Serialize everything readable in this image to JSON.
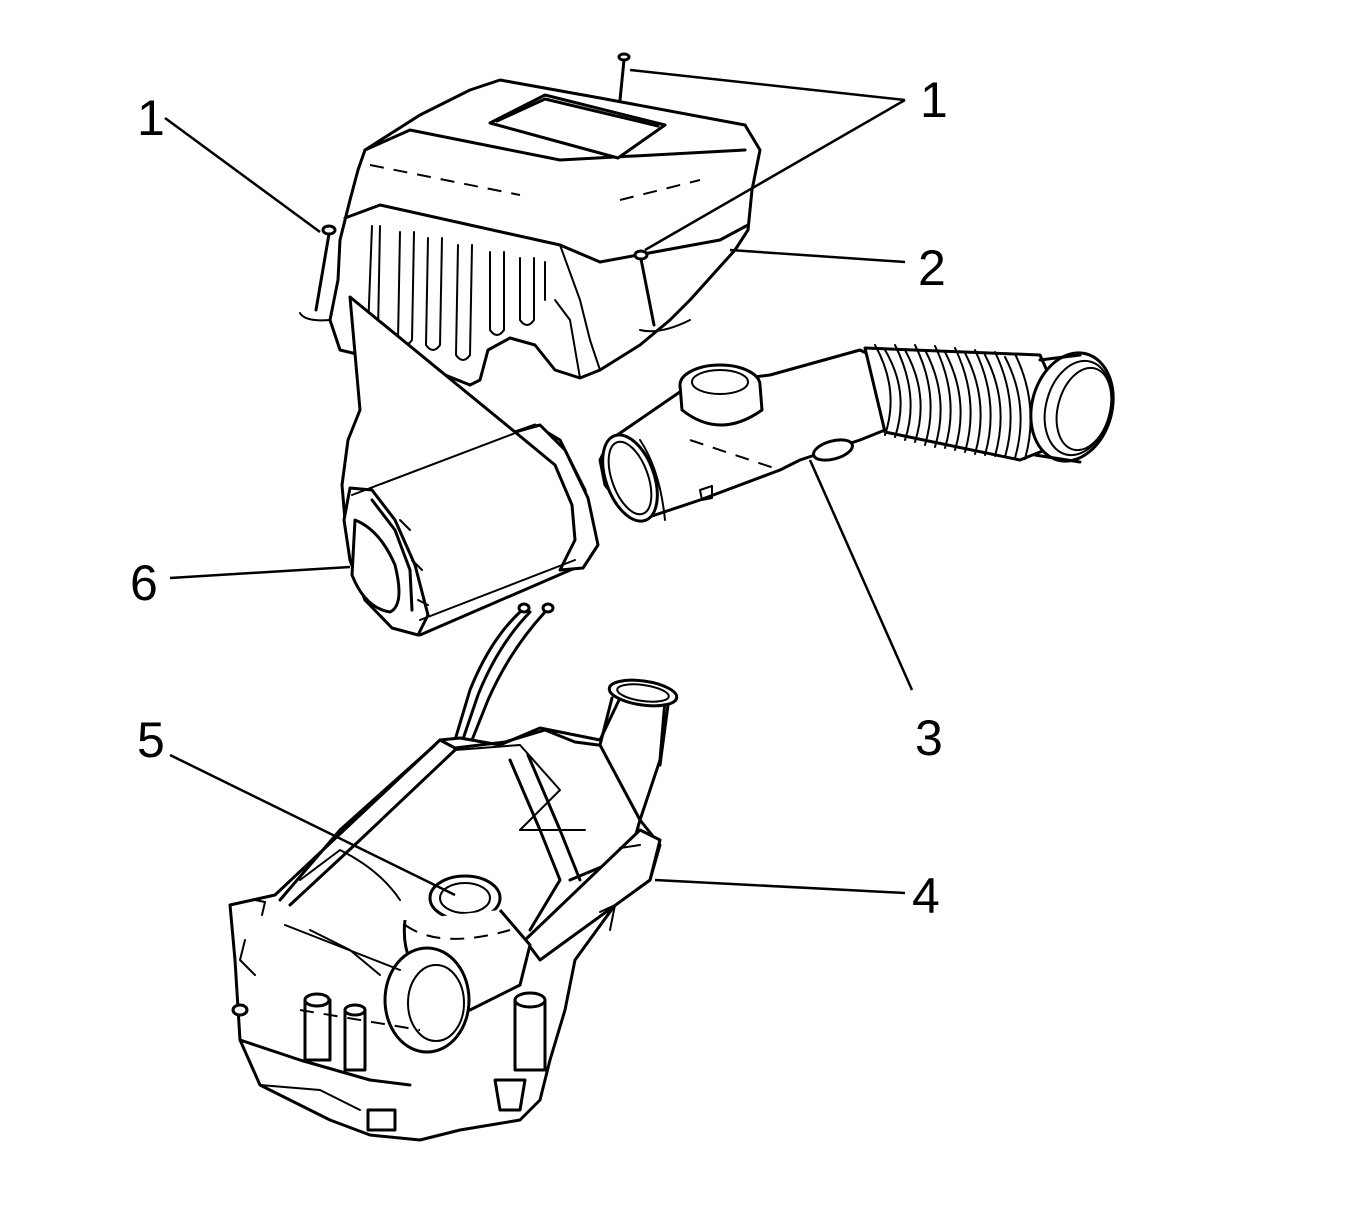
{
  "callouts": {
    "fastener_left": "1",
    "fastener_right": "1",
    "cover": "2",
    "duct": "3",
    "housing": "4",
    "outlet": "5",
    "filter": "6"
  }
}
